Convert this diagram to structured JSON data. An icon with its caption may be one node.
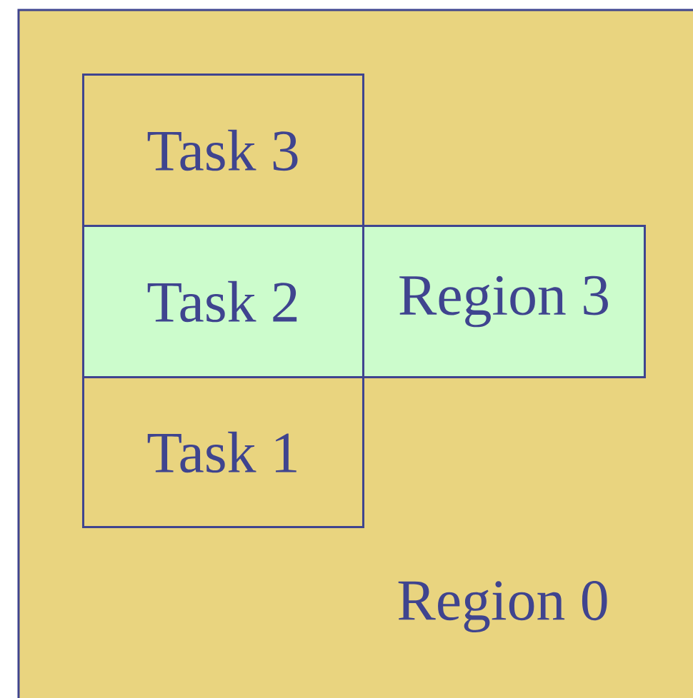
{
  "diagram": {
    "nodes": [
      {
        "text": [
          "Region 0"
        ]
      },
      {
        "text": [
          "Task 3"
        ],
        "in": 0
      },
      {
        "text": [
          "Task 2"
        ],
        "in": 0
      },
      {
        "text": [
          "Region 3"
        ],
        "in": 0
      },
      {
        "text": [
          "Task 1"
        ],
        "in": 0
      }
    ]
  }
}
